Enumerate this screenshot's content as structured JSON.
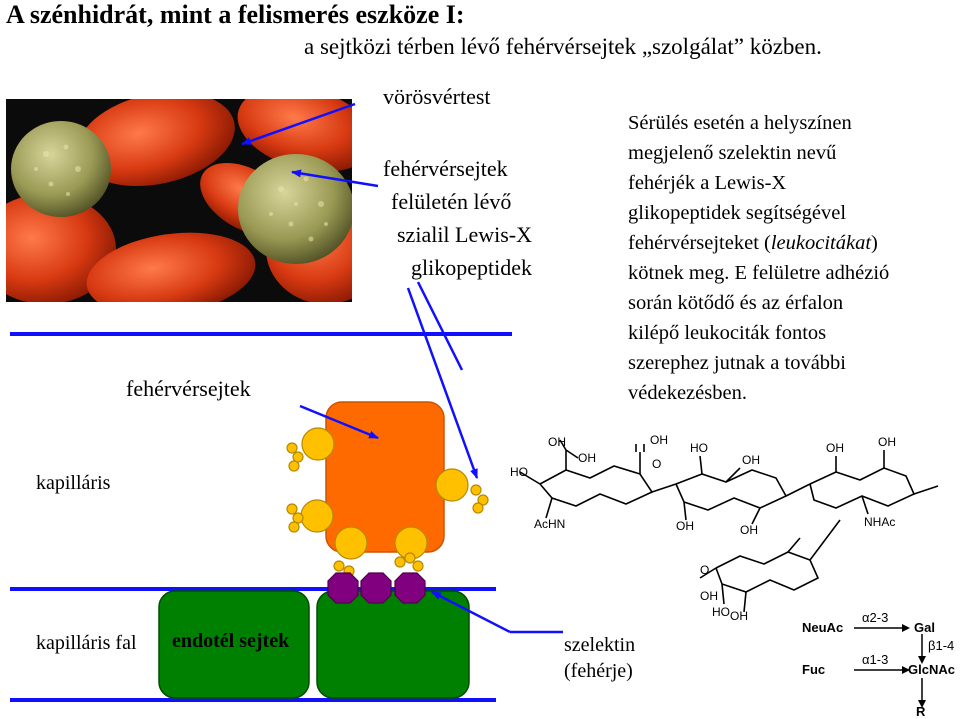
{
  "title": "A szénhidrát, mint a felismerés eszköze I:",
  "subtitle": "a sejtközi térben lévő fehérvérsejtek „szolgálat” közben.",
  "labels": {
    "red_cell": "vörösvértest",
    "wbc_surface": [
      "fehérvérsejtek",
      "felületén lévő",
      "szialil Lewis-X",
      "glikopeptidek"
    ],
    "white_cells": "fehérvérsejtek",
    "capillary": "kapilláris",
    "capillary_wall": "kapilláris fal",
    "endothelial": "endotél sejtek",
    "selectin": [
      "szelektin",
      "(fehérje)"
    ]
  },
  "description_lines": [
    "Sérülés esetén a helyszínen",
    "megjelenő szelektin nevű",
    "fehérjék a Lewis-X",
    "glikopeptidek segítségével",
    "fehérvérsejteket (leukocitákat)",
    "kötnek meg. E felületre adhézió",
    "során kötődő és az érfalon",
    "kilépő leukociták fontos",
    "szerephez jutnak a további",
    "védekezésben."
  ],
  "structure_labels": {
    "oh": "OH",
    "ho": "HO",
    "o": "O",
    "achn": "AcHN",
    "nhac": "NHAc"
  },
  "scheme": {
    "neuac": "NeuAc",
    "gal": "Gal",
    "fuc": "Fuc",
    "glcnac": "GlcNAc",
    "r": "R",
    "link_a23": "α2-3",
    "link_b14": "β1-4",
    "link_a13": "α1-3"
  },
  "colors": {
    "blue_line": "#1010ff",
    "leukocyte": "#ff6a00",
    "glycan_ball": "#ffc000",
    "selectin": "#800080",
    "endothelium": "#008000",
    "rbc": "#d83a12",
    "wbc_photo": "#9a9a55"
  }
}
